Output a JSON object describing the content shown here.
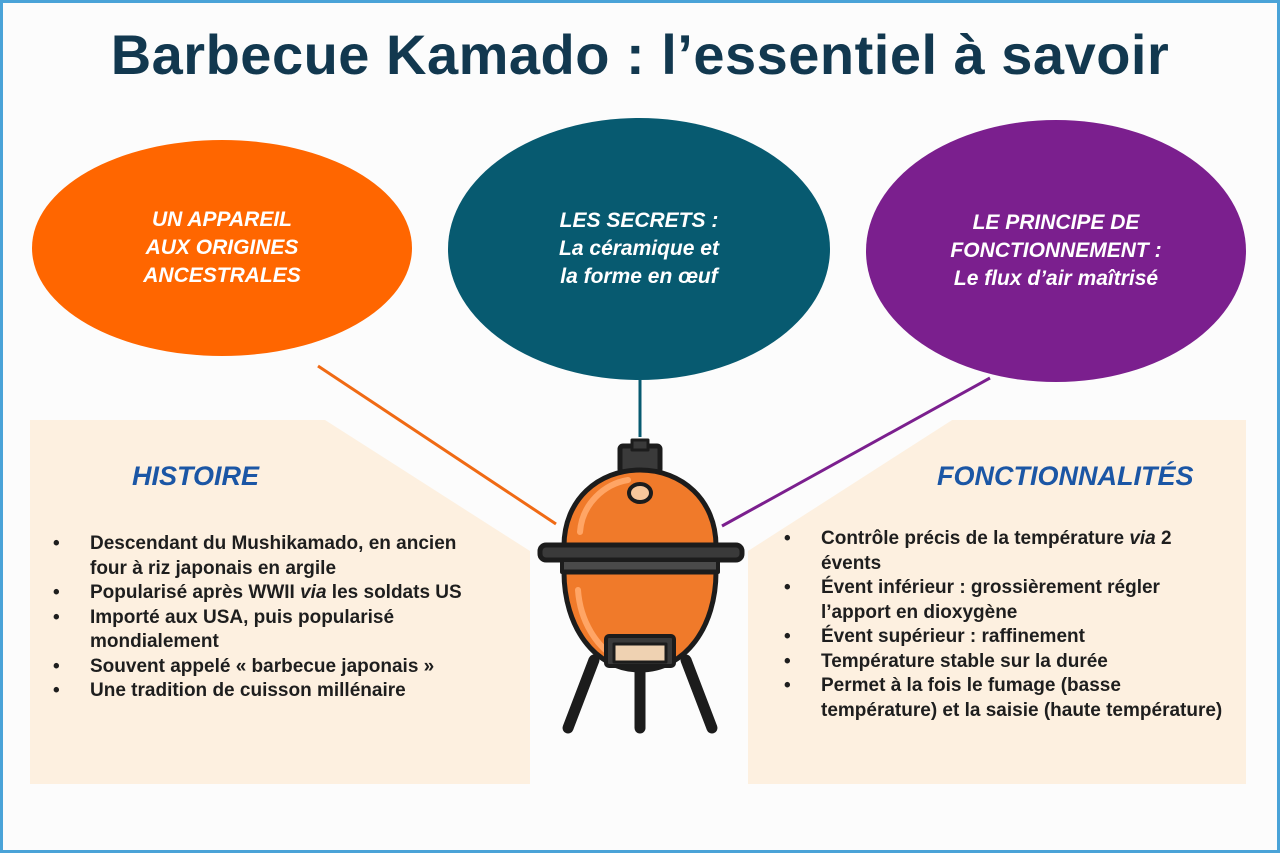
{
  "title": "Barbecue Kamado : l’essentiel à savoir",
  "bubbles": [
    {
      "text": "UN APPAREIL\nAUX ORIGINES\nANCESTRALES",
      "color": "#ff6600"
    },
    {
      "text": "LES SECRETS :\nLa céramique et\nla forme en œuf",
      "color": "#075a70"
    },
    {
      "text": "LE PRINCIPE DE\nFONCTIONNEMENT :\nLe flux d’air maîtrisé",
      "color": "#7b1f8e"
    }
  ],
  "left_panel": {
    "heading": "HISTOIRE",
    "items": [
      "Descendant du Mushikamado, en ancien four à riz japonais en argile",
      [
        "Popularisé après WWII ",
        "via",
        " les soldats US"
      ],
      "Importé aux USA, puis popularisé mondialement",
      "Souvent appelé « barbecue japonais »",
      "Une tradition de cuisson millénaire"
    ]
  },
  "right_panel": {
    "heading": "FONCTIONNALITÉS",
    "items": [
      [
        "Contrôle précis de la température ",
        "via",
        " 2 évents"
      ],
      "Évent inférieur : grossièrement régler l’apport en dioxygène",
      "Évent supérieur : raffinement",
      "Température stable sur la durée",
      "Permet à la fois le fumage (basse température) et la saisie (haute température)"
    ]
  },
  "icon": "kamado-grill-icon",
  "colors": {
    "title": "#12384f",
    "heading": "#1b56a5",
    "panel": "#fdf0e0",
    "frame": "#4aa3d8",
    "grill": "#f07a2a"
  }
}
